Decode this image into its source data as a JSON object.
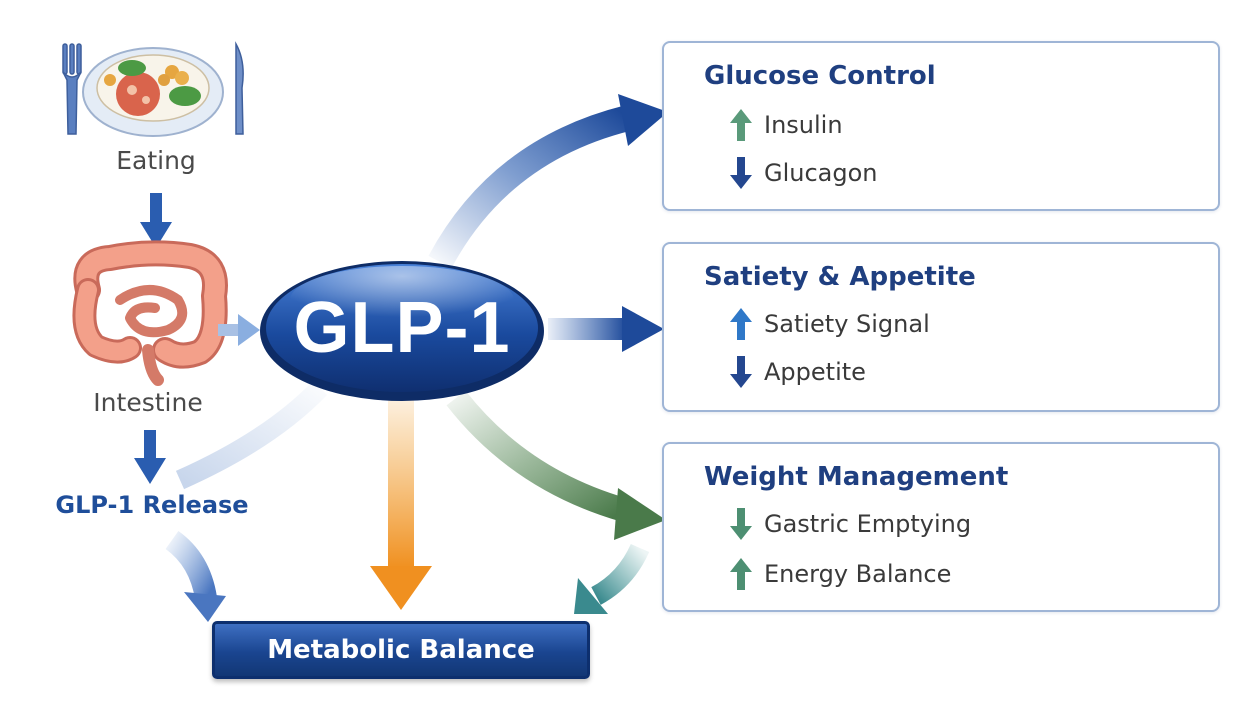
{
  "left_flow": {
    "eating_label": "Eating",
    "intestine_label": "Intestine",
    "release_label": "GLP-1 Release"
  },
  "hub": {
    "label": "GLP-1"
  },
  "outcome": {
    "label": "Metabolic Balance"
  },
  "panels": [
    {
      "title": "Glucose Control",
      "items": [
        {
          "label": "Insulin",
          "direction": "up",
          "color": "#5a9a7a"
        },
        {
          "label": "Glucagon",
          "direction": "down",
          "color": "#24478f"
        }
      ]
    },
    {
      "title": "Satiety & Appetite",
      "items": [
        {
          "label": "Satiety Signal",
          "direction": "up",
          "color": "#2f78c8"
        },
        {
          "label": "Appetite",
          "direction": "down",
          "color": "#24478f"
        }
      ]
    },
    {
      "title": "Weight Management",
      "items": [
        {
          "label": "Gastric Emptying",
          "direction": "down",
          "color": "#4d8f72"
        },
        {
          "label": "Energy Balance",
          "direction": "up",
          "color": "#4d8f72"
        }
      ]
    }
  ],
  "colors": {
    "hub_blue": "#1a4a9e",
    "flow_blue": "#2a5db0",
    "panel_title": "#1f3f80",
    "orange": "#f0a030",
    "green": "#5a8a5a",
    "teal": "#4a9a9a"
  },
  "icons": [
    "plate-meal-icon",
    "intestine-icon",
    "liver-pancreas-icon",
    "brain-icon",
    "no-burger-icon",
    "stomach-dumbbell-icon"
  ]
}
